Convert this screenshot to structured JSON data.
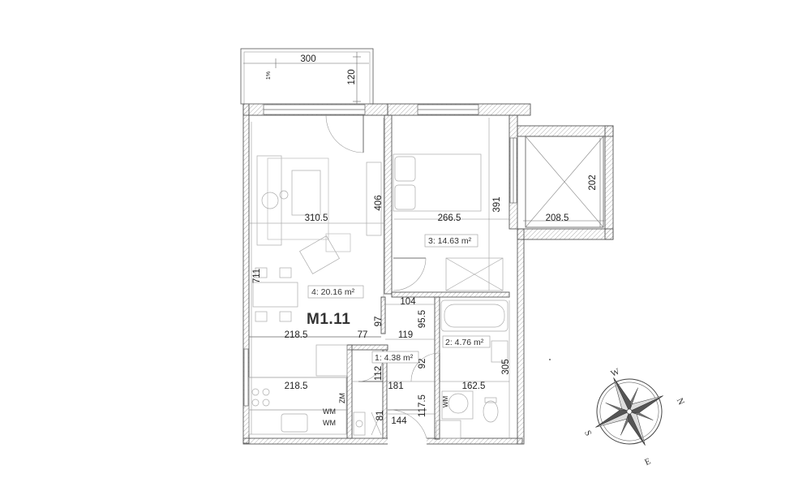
{
  "unit_label": "M1.11",
  "rooms": [
    {
      "id": "room-1",
      "text": "1: 4.38 m²"
    },
    {
      "id": "room-2",
      "text": "2: 4.76 m²"
    },
    {
      "id": "room-3",
      "text": "3: 14.63 m²"
    },
    {
      "id": "room-4",
      "text": "4: 20.16 m²"
    }
  ],
  "dimensions": {
    "balcony_width": "300",
    "balcony_depth": "120",
    "slope": "1%",
    "living_width": "310.5",
    "living_height": "406",
    "living_total_height": "711",
    "bedroom_width": "266.5",
    "bedroom_height": "391",
    "terrace_width": "208.5",
    "terrace_depth": "202",
    "hall_top": "104",
    "hall_vertical": "95.5",
    "hall_width": "119",
    "kitchen_width_top": "218.5",
    "kitchen_width_bottom": "218.5",
    "niche_width": "77",
    "niche_height": "97",
    "storage_height": "112",
    "storage_vertical": "92",
    "entry_width": "181",
    "entry_height": "117.5",
    "entry_small": "81",
    "entry_bottom": "144",
    "bath_width": "162.5",
    "bath_height": "305"
  },
  "appliances": {
    "wm1": "WM",
    "wm2": "WM",
    "zm": "ZM",
    "wm_bath": "WM"
  },
  "compass": {
    "n": "N",
    "e": "E",
    "s": "S",
    "w": "W"
  }
}
